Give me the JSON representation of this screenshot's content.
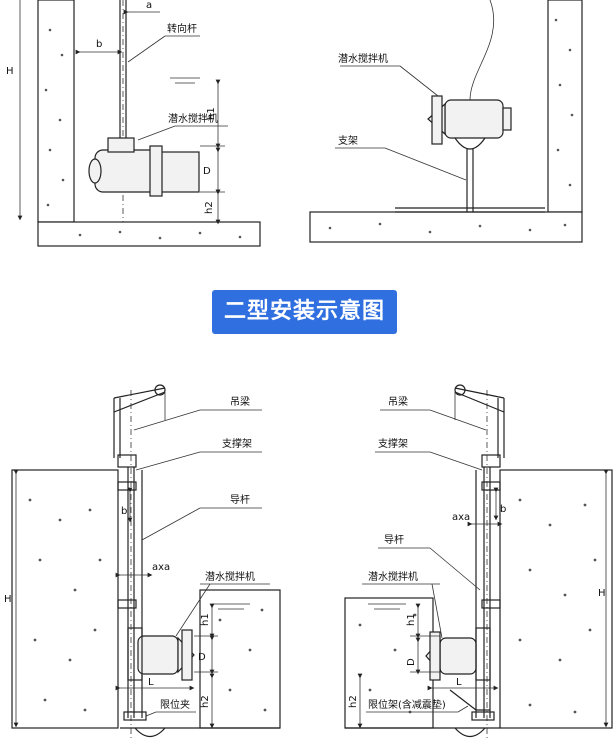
{
  "banner": {
    "title": "二型安装示意图"
  },
  "top_left": {
    "dims": {
      "a": "a",
      "b": "b",
      "H": "H",
      "h1": "h1",
      "D": "D",
      "h2": "h2"
    },
    "labels": {
      "steering_rod": "转向杆",
      "mixer": "潜水搅拌机"
    }
  },
  "top_right": {
    "labels": {
      "mixer": "潜水搅拌机",
      "bracket": "支架"
    }
  },
  "bottom_left": {
    "dims": {
      "b": "b",
      "axa": "axa",
      "H": "H",
      "h1": "h1",
      "D": "D",
      "L": "L",
      "h2": "h2"
    },
    "labels": {
      "lifting_beam": "吊梁",
      "support_frame": "支撑架",
      "guide_rod": "导杆",
      "mixer": "潜水搅拌机",
      "limit_clamp": "限位夹"
    }
  },
  "bottom_right": {
    "dims": {
      "axa": "axa",
      "b": "b",
      "H": "H",
      "h1": "h1",
      "D": "D",
      "L": "L",
      "h2": "h2"
    },
    "labels": {
      "lifting_beam": "吊梁",
      "support_frame": "支撑架",
      "guide_rod": "导杆",
      "mixer": "潜水搅拌机",
      "limit_frame": "限位架(含减震垫)"
    }
  }
}
